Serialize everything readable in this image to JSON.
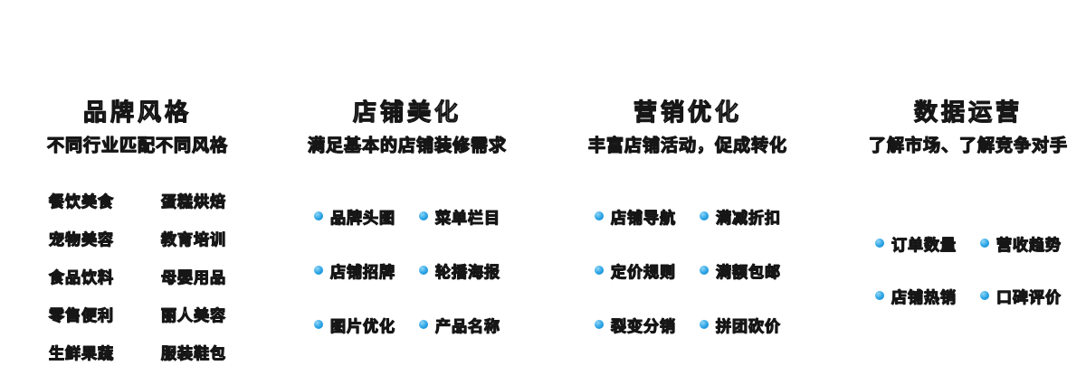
{
  "colors": {
    "accent": "#2aa3e6",
    "text_fill": "#ffffff",
    "text_outline": "#161616",
    "background": "#ffffff"
  },
  "columns": [
    {
      "id": "brand-style",
      "title": "品牌风格",
      "subtitle": "不同行业匹配不同风格",
      "bulleted": false,
      "items": [
        "餐饮美食",
        "蛋糕烘焙",
        "宠物美容",
        "教育培训",
        "食品饮料",
        "母婴用品",
        "零售便利",
        "丽人美容",
        "生鲜果蔬",
        "服装鞋包"
      ]
    },
    {
      "id": "shop-beautify",
      "title": "店铺美化",
      "subtitle": "满足基本的店铺装修需求",
      "bulleted": true,
      "items": [
        "品牌头图",
        "菜单栏目",
        "店铺招牌",
        "轮播海报",
        "图片优化",
        "产品名称"
      ]
    },
    {
      "id": "marketing-optimize",
      "title": "营销优化",
      "subtitle": "丰富店铺活动，促成转化",
      "bulleted": true,
      "items": [
        "店铺导航",
        "满减折扣",
        "定价规则",
        "满额包邮",
        "裂变分销",
        "拼团砍价"
      ]
    },
    {
      "id": "data-operation",
      "title": "数据运营",
      "subtitle": "了解市场、了解竞争对手",
      "bulleted": true,
      "items": [
        "订单数量",
        "营收趋势",
        "店铺热销",
        "口碑评价"
      ]
    }
  ]
}
